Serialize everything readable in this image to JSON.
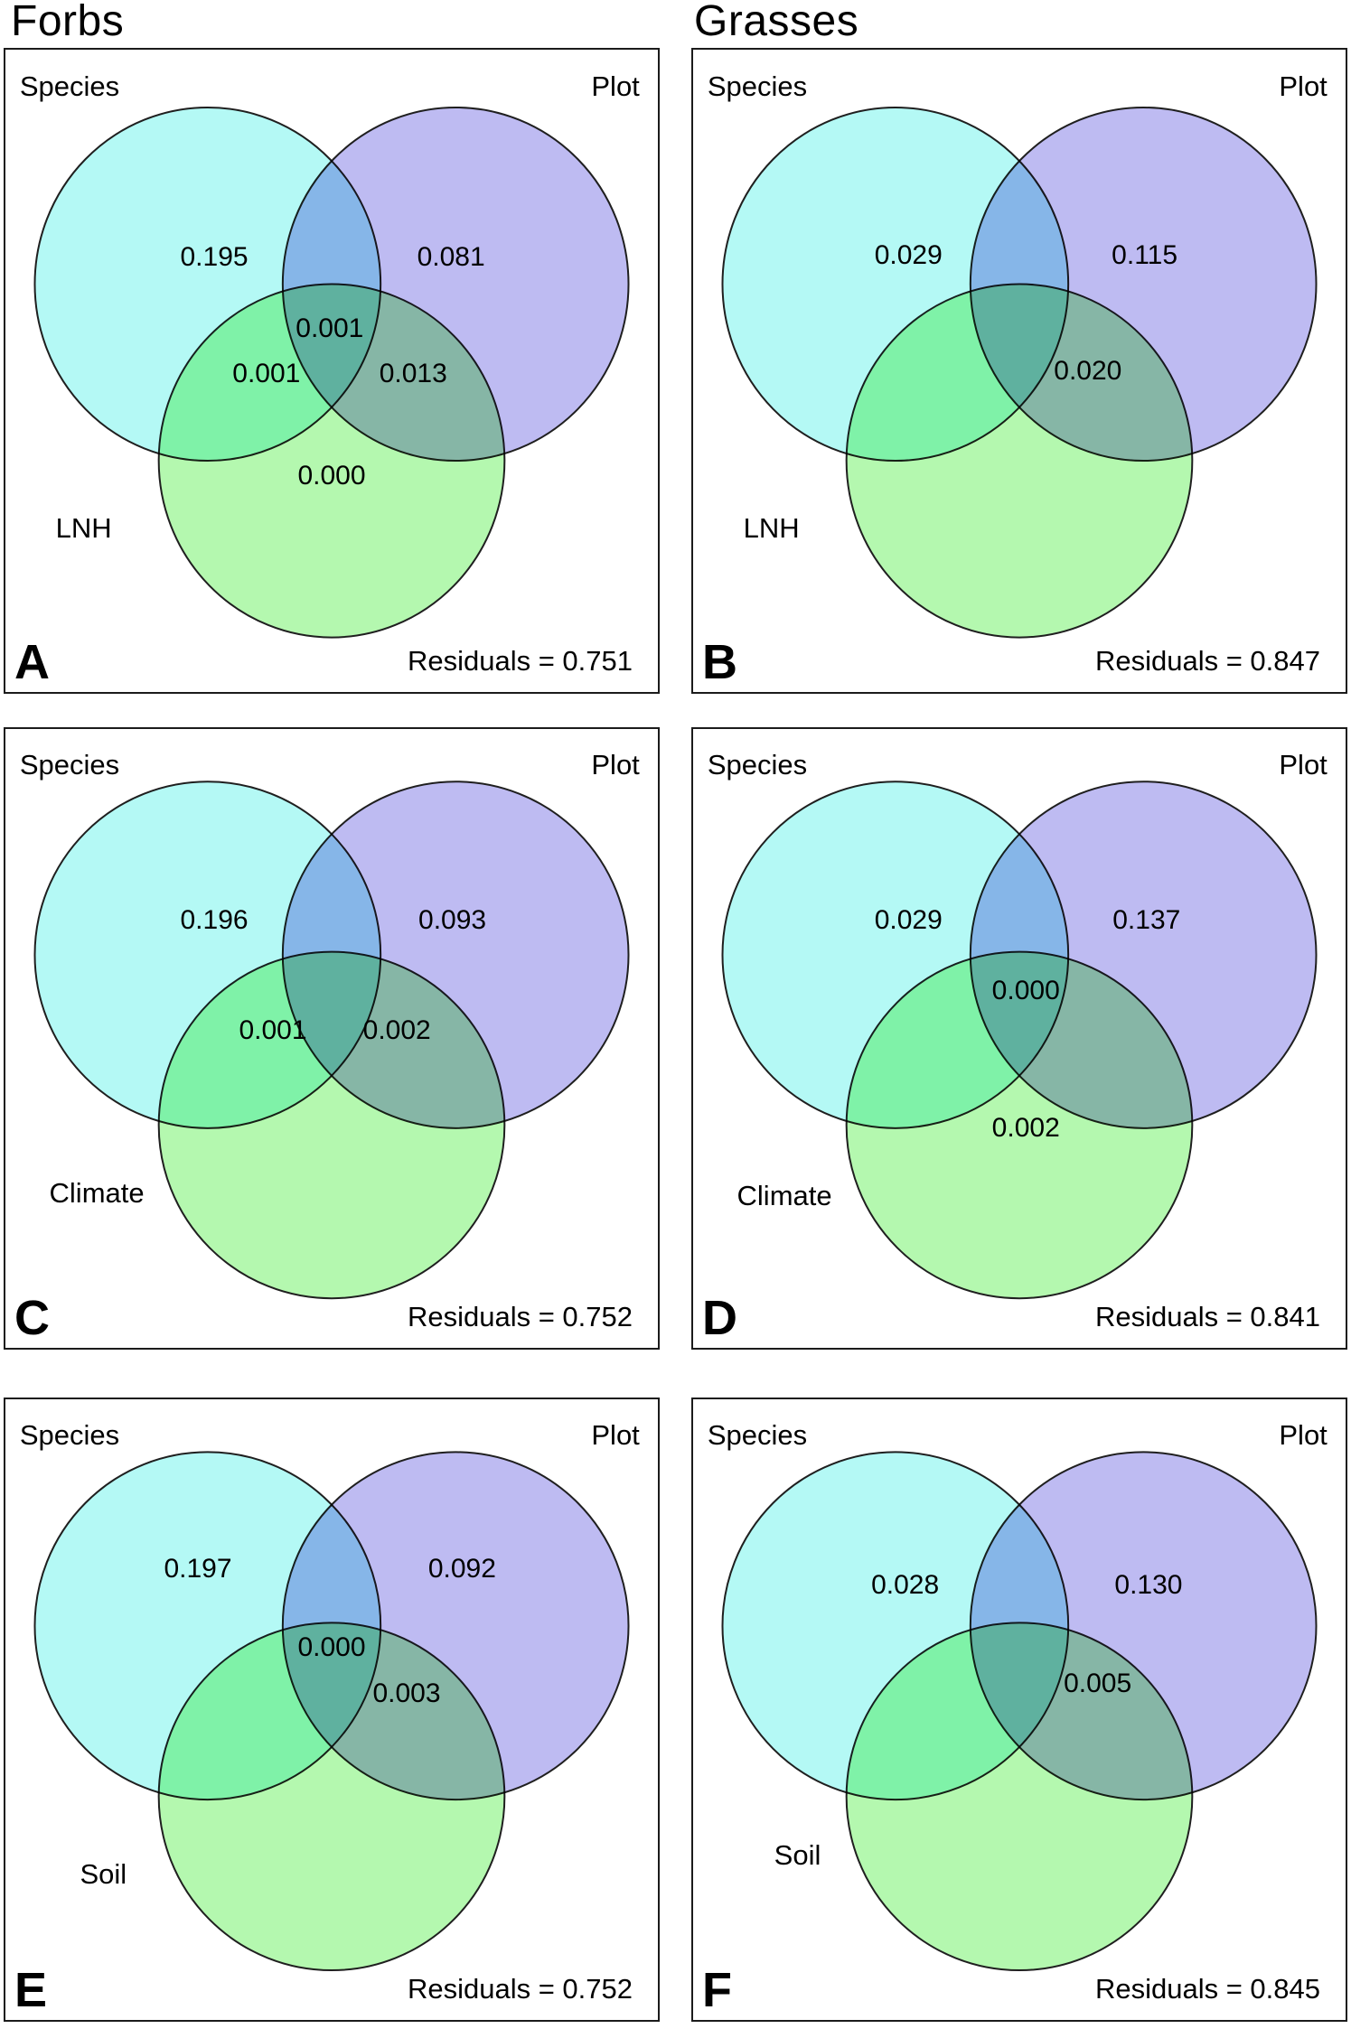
{
  "figure": {
    "columns": [
      {
        "title": "Forbs"
      },
      {
        "title": "Grasses"
      }
    ]
  },
  "colors": {
    "species_fill": "#B4F9F5",
    "plot_fill": "#BEBBF2",
    "env_fill": "#B4F8AF",
    "outline": "#1f1f1f"
  },
  "panels": [
    {
      "letter": "A",
      "treatment": "Forbs",
      "species_label": "Species",
      "plot_label": "Plot",
      "env_label": "LNH",
      "values": {
        "species": "0.195",
        "plot": "0.081",
        "species_plot_env": "0.001",
        "species_env": "0.001",
        "plot_env": "0.013",
        "env": "0.000"
      },
      "residuals": "Residuals = 0.751"
    },
    {
      "letter": "B",
      "treatment": "Grasses",
      "species_label": "Species",
      "plot_label": "Plot",
      "env_label": "LNH",
      "values": {
        "species": "0.029",
        "plot": "0.115",
        "plot_env": "0.020"
      },
      "residuals": "Residuals = 0.847"
    },
    {
      "letter": "C",
      "treatment": "Forbs",
      "species_label": "Species",
      "plot_label": "Plot",
      "env_label": "Climate",
      "values": {
        "species": "0.196",
        "plot": "0.093",
        "species_env": "0.001",
        "plot_env": "0.002"
      },
      "residuals": "Residuals = 0.752"
    },
    {
      "letter": "D",
      "treatment": "Grasses",
      "species_label": "Species",
      "plot_label": "Plot",
      "env_label": "Climate",
      "values": {
        "species": "0.029",
        "plot": "0.137",
        "species_plot_env": "0.000",
        "env": "0.002"
      },
      "residuals": "Residuals = 0.841"
    },
    {
      "letter": "E",
      "treatment": "Forbs",
      "species_label": "Species",
      "plot_label": "Plot",
      "env_label": "Soil",
      "values": {
        "species": "0.197",
        "plot": "0.092",
        "species_plot_env": "0.000",
        "plot_env": "0.003"
      },
      "residuals": "Residuals = 0.752"
    },
    {
      "letter": "F",
      "treatment": "Grasses",
      "species_label": "Species",
      "plot_label": "Plot",
      "env_label": "Soil",
      "values": {
        "species": "0.028",
        "plot": "0.130",
        "plot_env": "0.005"
      },
      "residuals": "Residuals = 0.845"
    }
  ],
  "chart_data": [
    {
      "type": "venn3",
      "panel": "A",
      "group": "Forbs",
      "sets": [
        "Species",
        "Plot",
        "LNH"
      ],
      "values": {
        "Species": 0.195,
        "Plot": 0.081,
        "Species∩Plot∩LNH": 0.001,
        "Species∩LNH": 0.001,
        "Plot∩LNH": 0.013,
        "LNH": 0.0
      },
      "residuals": 0.751
    },
    {
      "type": "venn3",
      "panel": "B",
      "group": "Grasses",
      "sets": [
        "Species",
        "Plot",
        "LNH"
      ],
      "values": {
        "Species": 0.029,
        "Plot": 0.115,
        "Plot∩LNH": 0.02
      },
      "residuals": 0.847
    },
    {
      "type": "venn3",
      "panel": "C",
      "group": "Forbs",
      "sets": [
        "Species",
        "Plot",
        "Climate"
      ],
      "values": {
        "Species": 0.196,
        "Plot": 0.093,
        "Species∩Climate": 0.001,
        "Plot∩Climate": 0.002
      },
      "residuals": 0.752
    },
    {
      "type": "venn3",
      "panel": "D",
      "group": "Grasses",
      "sets": [
        "Species",
        "Plot",
        "Climate"
      ],
      "values": {
        "Species": 0.029,
        "Plot": 0.137,
        "Species∩Plot∩Climate": 0.0,
        "Climate": 0.002
      },
      "residuals": 0.841
    },
    {
      "type": "venn3",
      "panel": "E",
      "group": "Forbs",
      "sets": [
        "Species",
        "Plot",
        "Soil"
      ],
      "values": {
        "Species": 0.197,
        "Plot": 0.092,
        "Species∩Plot∩Soil": 0.0,
        "Plot∩Soil": 0.003
      },
      "residuals": 0.752
    },
    {
      "type": "venn3",
      "panel": "F",
      "group": "Grasses",
      "sets": [
        "Species",
        "Plot",
        "Soil"
      ],
      "values": {
        "Species": 0.028,
        "Plot": 0.13,
        "Plot∩Soil": 0.005
      },
      "residuals": 0.845
    }
  ]
}
